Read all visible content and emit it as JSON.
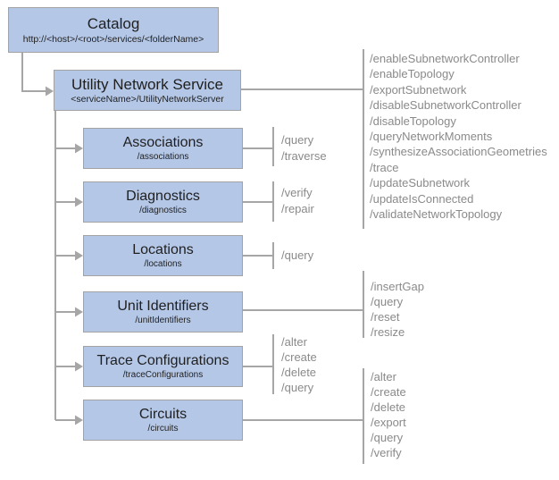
{
  "colors": {
    "node_fill": "#b4c7e7",
    "node_border": "#a3a3a3",
    "connector": "#a6a6a6",
    "ops_text": "#8a8a8a",
    "title_text": "#1f1f1f"
  },
  "diagram": {
    "catalog": {
      "title": "Catalog",
      "subtitle": "http://<host>/<root>/services/<folderName>"
    },
    "service": {
      "title": "Utility Network Service",
      "subtitle": "<serviceName>/UtilityNetworkServer",
      "operations": [
        "/enableSubnetworkController",
        "/enableTopology",
        "/exportSubnetwork",
        "/disableSubnetworkController",
        "/disableTopology",
        "/queryNetworkMoments",
        "/synthesizeAssociationGeometries",
        "/trace",
        "/updateSubnetwork",
        "/updateIsConnected",
        "/validateNetworkTopology"
      ]
    },
    "resources": [
      {
        "title": "Associations",
        "subtitle": "/associations",
        "operations": [
          "/query",
          "/traverse"
        ]
      },
      {
        "title": "Diagnostics",
        "subtitle": "/diagnostics",
        "operations": [
          "/verify",
          "/repair"
        ]
      },
      {
        "title": "Locations",
        "subtitle": "/locations",
        "operations": [
          "/query"
        ]
      },
      {
        "title": "Unit Identifiers",
        "subtitle": "/unitIdentifiers",
        "operations": [
          "/insertGap",
          "/query",
          "/reset",
          "/resize"
        ]
      },
      {
        "title": "Trace Configurations",
        "subtitle": "/traceConfigurations",
        "operations": [
          "/alter",
          "/create",
          "/delete",
          "/query"
        ]
      },
      {
        "title": "Circuits",
        "subtitle": "/circuits",
        "operations": [
          "/alter",
          "/create",
          "/delete",
          "/export",
          "/query",
          "/verify"
        ]
      }
    ]
  }
}
